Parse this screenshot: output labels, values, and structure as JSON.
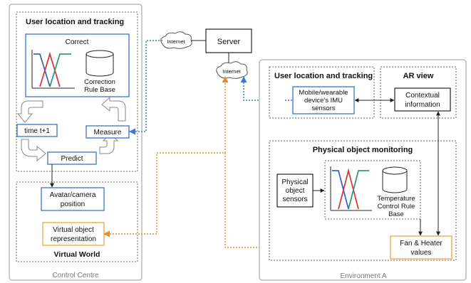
{
  "control_centre": {
    "label": "Control Centre",
    "tracking_title": "User location and tracking",
    "correct_label": "Correct",
    "correction_db_line1": "Correction",
    "correction_db_line2": "Rule Base",
    "time_label": "time t+1",
    "measure_label": "Measure",
    "predict_label": "Predict",
    "avatar_line1": "Avatar/camera",
    "avatar_line2": "position",
    "virtual_object_line1": "Virtual object",
    "virtual_object_line2": "representation",
    "virtual_world_label": "Virtual World"
  },
  "network": {
    "internet_left": "Internet",
    "internet_right": "Internet",
    "server_label": "Server"
  },
  "environment_a": {
    "label": "Environment A",
    "tracking_title": "User location and tracking",
    "imu_line1": "Mobile/wearable",
    "imu_line2": "device's IMU",
    "imu_line3": "sensors",
    "ar_title": "AR view",
    "contextual_line1": "Contextual",
    "contextual_line2": "information",
    "monitoring_title": "Physical object monitoring",
    "sensors_line1": "Physical",
    "sensors_line2": "object",
    "sensors_line3": "sensors",
    "temp_db_line1": "Temperature",
    "temp_db_line2": "Control Rule",
    "temp_db_line3": "Base",
    "fan_line1": "Fan & Heater",
    "fan_line2": "values"
  },
  "colors": {
    "blue_box": "#3a6fd0",
    "orange_box": "#f0a040",
    "blue_link": "#3a7ad8",
    "orange_link": "#f08a24",
    "fuzzy_blue": "#3a66c8",
    "fuzzy_red": "#d43b3b",
    "fuzzy_green": "#2e9a7a"
  }
}
